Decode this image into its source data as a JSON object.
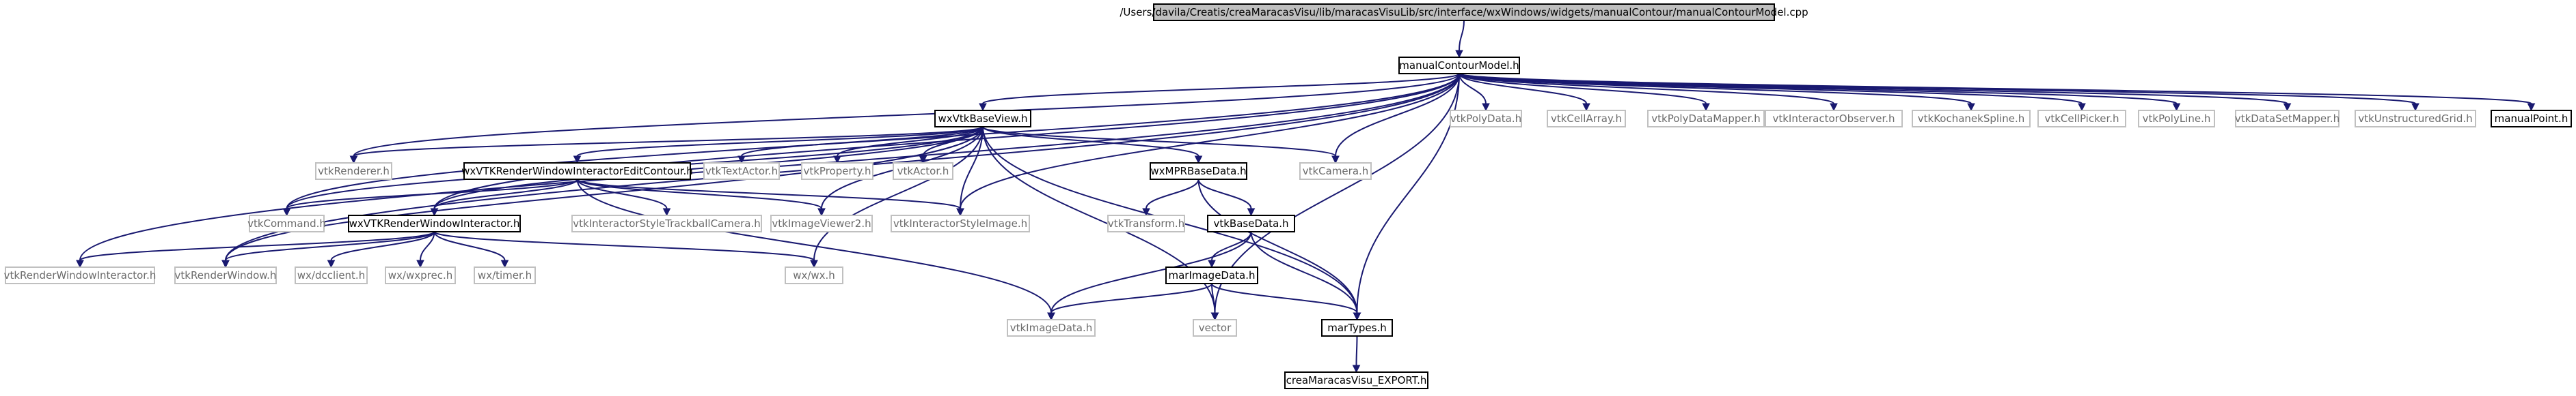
{
  "diagram": {
    "edge_color": "#191970",
    "nodes": [
      {
        "id": "cpp",
        "label": "/Users/davila/Creatis/creaMaracasVisu/lib/maracasVisuLib/src/interface/wxWindows/widgets/manualContour/manualContourModel.cpp",
        "kind": "root"
      },
      {
        "id": "mcm",
        "label": "manualContourModel.h",
        "kind": "doc"
      },
      {
        "id": "bview",
        "label": "wxVtkBaseView.h",
        "kind": "doc"
      },
      {
        "id": "polydata",
        "label": "vtkPolyData.h",
        "kind": "ext"
      },
      {
        "id": "cellarray",
        "label": "vtkCellArray.h",
        "kind": "ext"
      },
      {
        "id": "pdmapper",
        "label": "vtkPolyDataMapper.h",
        "kind": "ext"
      },
      {
        "id": "iobserver",
        "label": "vtkInteractorObserver.h",
        "kind": "ext"
      },
      {
        "id": "kspline",
        "label": "vtkKochanekSpline.h",
        "kind": "ext"
      },
      {
        "id": "cellpicker",
        "label": "vtkCellPicker.h",
        "kind": "ext"
      },
      {
        "id": "polyline",
        "label": "vtkPolyLine.h",
        "kind": "ext"
      },
      {
        "id": "dsmapper",
        "label": "vtkDataSetMapper.h",
        "kind": "ext"
      },
      {
        "id": "ugrid",
        "label": "vtkUnstructuredGrid.h",
        "kind": "ext"
      },
      {
        "id": "mpoint",
        "label": "manualPoint.h",
        "kind": "doc"
      },
      {
        "id": "renderer",
        "label": "vtkRenderer.h",
        "kind": "ext"
      },
      {
        "id": "rwiec",
        "label": "wxVTKRenderWindowInteractorEditContour.h",
        "kind": "doc"
      },
      {
        "id": "textactor",
        "label": "vtkTextActor.h",
        "kind": "ext"
      },
      {
        "id": "property",
        "label": "vtkProperty.h",
        "kind": "ext"
      },
      {
        "id": "actor",
        "label": "vtkActor.h",
        "kind": "ext"
      },
      {
        "id": "mprbase",
        "label": "wxMPRBaseData.h",
        "kind": "doc"
      },
      {
        "id": "camera",
        "label": "vtkCamera.h",
        "kind": "ext"
      },
      {
        "id": "command",
        "label": "vtkCommand.h",
        "kind": "ext"
      },
      {
        "id": "rwi",
        "label": "wxVTKRenderWindowInteractor.h",
        "kind": "doc"
      },
      {
        "id": "trackball",
        "label": "vtkInteractorStyleTrackballCamera.h",
        "kind": "ext"
      },
      {
        "id": "viewer2",
        "label": "vtkImageViewer2.h",
        "kind": "ext"
      },
      {
        "id": "isimage",
        "label": "vtkInteractorStyleImage.h",
        "kind": "ext"
      },
      {
        "id": "transform",
        "label": "vtkTransform.h",
        "kind": "ext"
      },
      {
        "id": "basedata",
        "label": "vtkBaseData.h",
        "kind": "doc"
      },
      {
        "id": "rwinteractor",
        "label": "vtkRenderWindowInteractor.h",
        "kind": "ext"
      },
      {
        "id": "rwindow",
        "label": "vtkRenderWindow.h",
        "kind": "ext"
      },
      {
        "id": "dcclient",
        "label": "wx/dcclient.h",
        "kind": "ext"
      },
      {
        "id": "wxprec",
        "label": "wx/wxprec.h",
        "kind": "ext"
      },
      {
        "id": "timer",
        "label": "wx/timer.h",
        "kind": "ext"
      },
      {
        "id": "wxwx",
        "label": "wx/wx.h",
        "kind": "ext"
      },
      {
        "id": "marimage",
        "label": "marImageData.h",
        "kind": "doc"
      },
      {
        "id": "imagedata",
        "label": "vtkImageData.h",
        "kind": "ext"
      },
      {
        "id": "vector",
        "label": "vector",
        "kind": "ext"
      },
      {
        "id": "martypes",
        "label": "marTypes.h",
        "kind": "doc"
      },
      {
        "id": "export",
        "label": "creaMaracasVisu_EXPORT.h",
        "kind": "doc"
      }
    ],
    "edges": [
      [
        "cpp",
        "mcm"
      ],
      [
        "mcm",
        "bview"
      ],
      [
        "mcm",
        "polydata"
      ],
      [
        "mcm",
        "cellarray"
      ],
      [
        "mcm",
        "pdmapper"
      ],
      [
        "mcm",
        "iobserver"
      ],
      [
        "mcm",
        "kspline"
      ],
      [
        "mcm",
        "cellpicker"
      ],
      [
        "mcm",
        "polyline"
      ],
      [
        "mcm",
        "dsmapper"
      ],
      [
        "mcm",
        "ugrid"
      ],
      [
        "mcm",
        "mpoint"
      ],
      [
        "mcm",
        "renderer"
      ],
      [
        "mcm",
        "command"
      ],
      [
        "mcm",
        "rwi"
      ],
      [
        "mcm",
        "rwinteractor"
      ],
      [
        "mcm",
        "rwindow"
      ],
      [
        "mcm",
        "isimage"
      ],
      [
        "mcm",
        "camera"
      ],
      [
        "mcm",
        "vector"
      ],
      [
        "mcm",
        "martypes"
      ],
      [
        "bview",
        "renderer"
      ],
      [
        "bview",
        "rwiec"
      ],
      [
        "bview",
        "textactor"
      ],
      [
        "bview",
        "property"
      ],
      [
        "bview",
        "actor"
      ],
      [
        "bview",
        "mprbase"
      ],
      [
        "bview",
        "camera"
      ],
      [
        "bview",
        "command"
      ],
      [
        "bview",
        "rwi"
      ],
      [
        "bview",
        "viewer2"
      ],
      [
        "bview",
        "isimage"
      ],
      [
        "bview",
        "rwindow"
      ],
      [
        "bview",
        "wxwx"
      ],
      [
        "bview",
        "vector"
      ],
      [
        "bview",
        "martypes"
      ],
      [
        "rwiec",
        "command"
      ],
      [
        "rwiec",
        "rwi"
      ],
      [
        "rwiec",
        "trackball"
      ],
      [
        "rwiec",
        "viewer2"
      ],
      [
        "rwiec",
        "isimage"
      ],
      [
        "rwiec",
        "imagedata"
      ],
      [
        "rwi",
        "rwinteractor"
      ],
      [
        "rwi",
        "rwindow"
      ],
      [
        "rwi",
        "dcclient"
      ],
      [
        "rwi",
        "wxprec"
      ],
      [
        "rwi",
        "timer"
      ],
      [
        "rwi",
        "wxwx"
      ],
      [
        "mprbase",
        "transform"
      ],
      [
        "mprbase",
        "basedata"
      ],
      [
        "mprbase",
        "martypes"
      ],
      [
        "basedata",
        "marimage"
      ],
      [
        "basedata",
        "imagedata"
      ],
      [
        "basedata",
        "martypes"
      ],
      [
        "marimage",
        "imagedata"
      ],
      [
        "marimage",
        "vector"
      ],
      [
        "marimage",
        "martypes"
      ],
      [
        "martypes",
        "export"
      ]
    ]
  }
}
